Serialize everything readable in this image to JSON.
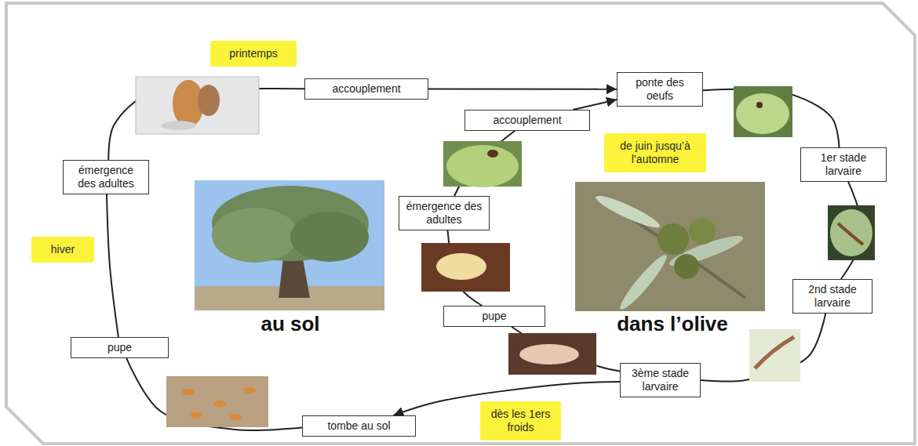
{
  "diagram": {
    "nodes": [
      {
        "text": [
          "accouplement"
        ]
      },
      {
        "text": [
          "ponte des oeufs"
        ]
      },
      {
        "text": [
          "accouplement"
        ]
      },
      {
        "text": [
          "émergence des adultes"
        ]
      },
      {
        "text": [
          "1er stade larvaire"
        ]
      },
      {
        "text": [
          "émergence des adultes"
        ]
      },
      {
        "text": [
          "2nd stade larvaire"
        ]
      },
      {
        "text": [
          "pupe"
        ]
      },
      {
        "text": [
          "pupe"
        ]
      },
      {
        "text": [
          "3ème stade larvaire"
        ]
      },
      {
        "text": [
          "tombe au sol"
        ]
      }
    ],
    "edges": [
      {
        "from": 0,
        "to": 1,
        "arrow": "to"
      },
      {
        "from": 1,
        "to": 4,
        "arrow": "none"
      },
      {
        "from": 4,
        "to": 6,
        "arrow": "none"
      },
      {
        "from": 6,
        "to": 9,
        "arrow": "none"
      },
      {
        "from": 9,
        "to": 10,
        "arrow": "to"
      },
      {
        "from": 10,
        "to": 8,
        "arrow": "none"
      },
      {
        "from": 8,
        "to": 3,
        "arrow": "none"
      },
      {
        "from": 3,
        "to": 0,
        "arrow": "none"
      },
      {
        "from": 9,
        "to": 7,
        "arrow": "none"
      },
      {
        "from": 7,
        "to": 5,
        "arrow": "none"
      },
      {
        "from": 5,
        "to": 2,
        "arrow": "none"
      },
      {
        "from": 2,
        "to": 1,
        "arrow": "to"
      }
    ],
    "labels": [
      "printemps",
      "hiver",
      "de juin jusqu’à l’automne",
      "dès les 1ers froids",
      "au sol",
      "dans l’olive"
    ]
  }
}
